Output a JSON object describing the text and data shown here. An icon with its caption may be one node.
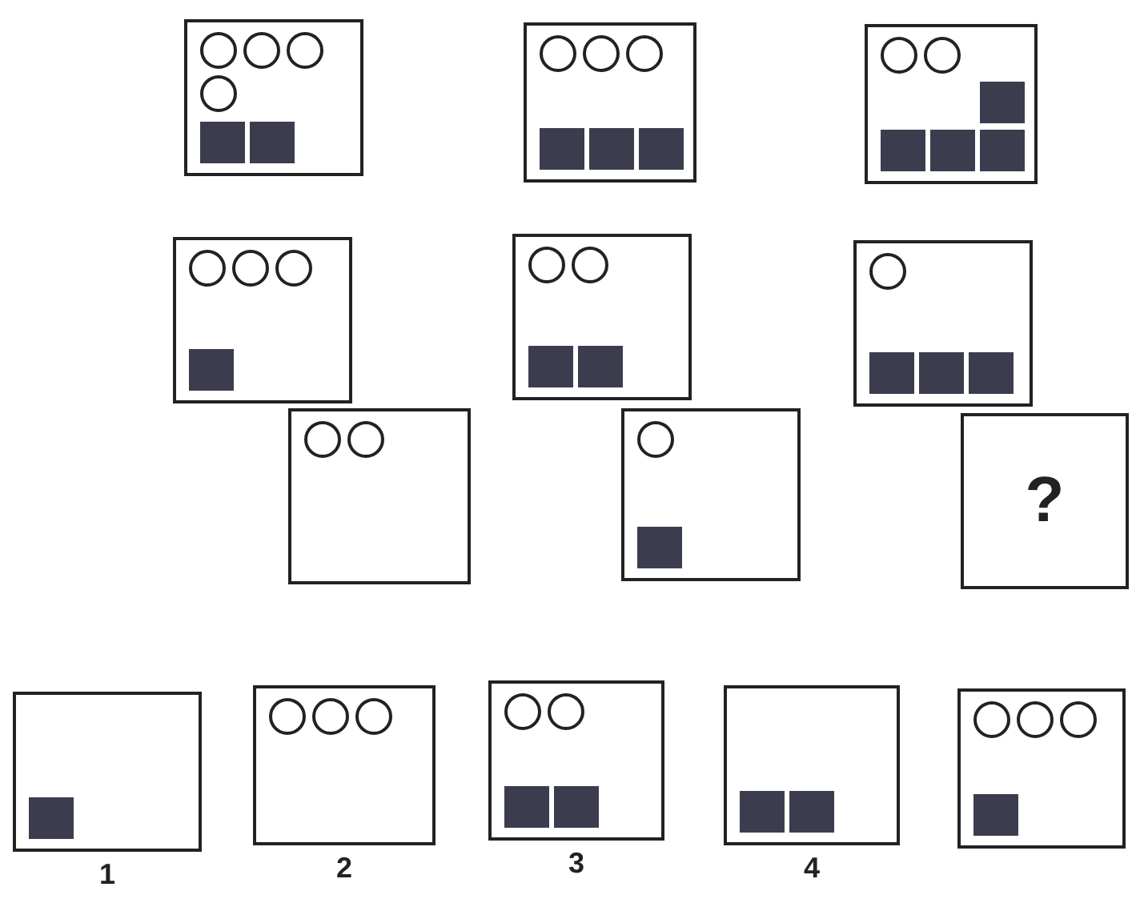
{
  "diagram": {
    "nodes": [
      {
        "text": [],
        "shape": "box"
      },
      {
        "text": [],
        "shape": "circle",
        "in": 0
      },
      {
        "text": [],
        "shape": "circle",
        "in": 0
      },
      {
        "text": [],
        "shape": "circle",
        "in": 0
      },
      {
        "text": [],
        "shape": "circle",
        "in": 0
      },
      {
        "text": [],
        "shape": "square",
        "in": 0
      },
      {
        "text": [],
        "shape": "square",
        "in": 0
      },
      {
        "text": [],
        "shape": "box"
      },
      {
        "text": [],
        "shape": "circle",
        "in": 7
      },
      {
        "text": [],
        "shape": "circle",
        "in": 7
      },
      {
        "text": [],
        "shape": "circle",
        "in": 7
      },
      {
        "text": [],
        "shape": "square",
        "in": 7
      },
      {
        "text": [],
        "shape": "square",
        "in": 7
      },
      {
        "text": [],
        "shape": "square",
        "in": 7
      },
      {
        "text": [],
        "shape": "box"
      },
      {
        "text": [],
        "shape": "circle",
        "in": 14
      },
      {
        "text": [],
        "shape": "circle",
        "in": 14
      },
      {
        "text": [],
        "shape": "square",
        "in": 14
      },
      {
        "text": [],
        "shape": "square",
        "in": 14
      },
      {
        "text": [],
        "shape": "square",
        "in": 14
      },
      {
        "text": [],
        "shape": "square",
        "in": 14
      },
      {
        "text": [],
        "shape": "box"
      },
      {
        "text": [],
        "shape": "circle",
        "in": 21
      },
      {
        "text": [],
        "shape": "circle",
        "in": 21
      },
      {
        "text": [],
        "shape": "circle",
        "in": 21
      },
      {
        "text": [],
        "shape": "square",
        "in": 21
      },
      {
        "text": [],
        "shape": "box"
      },
      {
        "text": [],
        "shape": "circle",
        "in": 26
      },
      {
        "text": [],
        "shape": "circle",
        "in": 26
      },
      {
        "text": [],
        "shape": "square",
        "in": 26
      },
      {
        "text": [],
        "shape": "square",
        "in": 26
      },
      {
        "text": [],
        "shape": "box"
      },
      {
        "text": [],
        "shape": "circle",
        "in": 31
      },
      {
        "text": [],
        "shape": "square",
        "in": 31
      },
      {
        "text": [],
        "shape": "square",
        "in": 31
      },
      {
        "text": [],
        "shape": "square",
        "in": 31
      },
      {
        "text": [],
        "shape": "box"
      },
      {
        "text": [],
        "shape": "circle",
        "in": 36
      },
      {
        "text": [],
        "shape": "circle",
        "in": 36
      },
      {
        "text": [],
        "shape": "box"
      },
      {
        "text": [],
        "shape": "circle",
        "in": 39
      },
      {
        "text": [],
        "shape": "square",
        "in": 39
      },
      {
        "text": [
          "?"
        ]
      },
      {
        "text": [],
        "shape": "box",
        "beside": [
          "1"
        ]
      },
      {
        "text": [],
        "shape": "square",
        "in": 43
      },
      {
        "text": [],
        "shape": "box",
        "beside": [
          "2"
        ]
      },
      {
        "text": [],
        "shape": "circle",
        "in": 45
      },
      {
        "text": [],
        "shape": "circle",
        "in": 45
      },
      {
        "text": [],
        "shape": "circle",
        "in": 45
      },
      {
        "text": [],
        "shape": "box",
        "beside": [
          "3"
        ]
      },
      {
        "text": [],
        "shape": "circle",
        "in": 49
      },
      {
        "text": [],
        "shape": "circle",
        "in": 49
      },
      {
        "text": [],
        "shape": "square",
        "in": 49
      },
      {
        "text": [],
        "shape": "square",
        "in": 49
      },
      {
        "text": [],
        "shape": "box",
        "beside": [
          "4"
        ]
      },
      {
        "text": [],
        "shape": "square",
        "in": 54
      },
      {
        "text": [],
        "shape": "square",
        "in": 54
      },
      {
        "text": [],
        "shape": "box"
      },
      {
        "text": [],
        "shape": "circle",
        "in": 57
      },
      {
        "text": [],
        "shape": "circle",
        "in": 57
      },
      {
        "text": [],
        "shape": "circle",
        "in": 57
      },
      {
        "text": [],
        "shape": "square",
        "in": 57
      }
    ]
  }
}
